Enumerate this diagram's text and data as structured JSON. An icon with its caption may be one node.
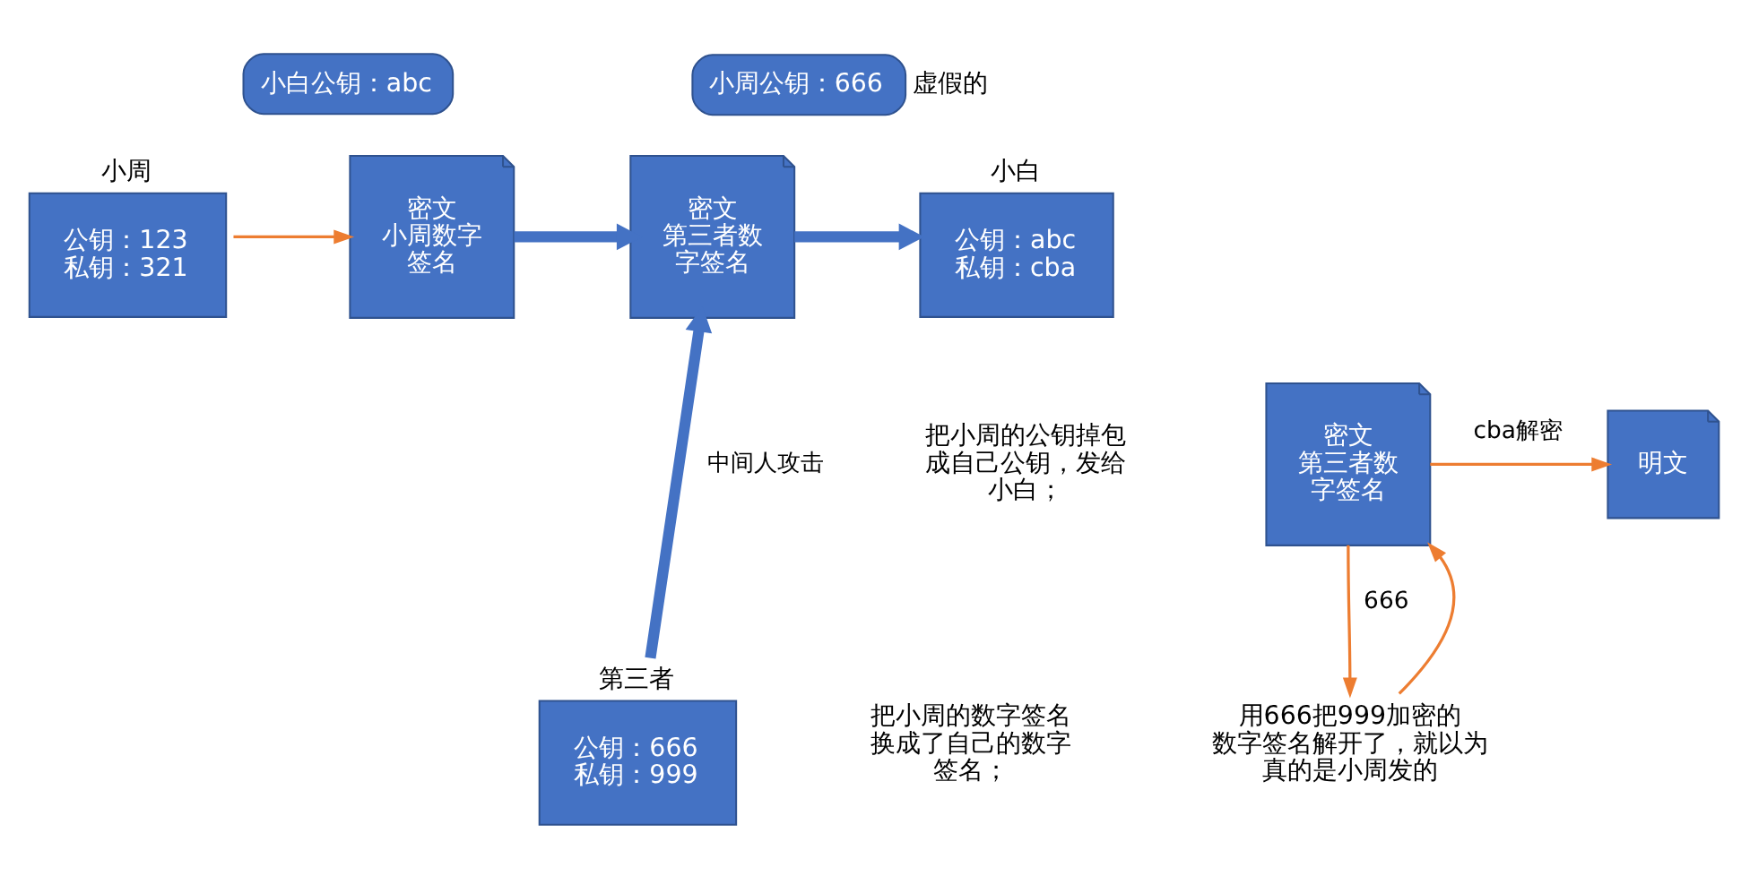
{
  "diagram": {
    "nodes": [
      {
        "text": [
          "小白公钥：abc"
        ]
      },
      {
        "text": [
          "小周公钥：666"
        ],
        "beside": [
          "虚假的"
        ]
      },
      {
        "text": [
          "公钥：123",
          "私钥：321"
        ],
        "beside": [
          "小周"
        ]
      },
      {
        "text": [
          "密文",
          "小周数字签名"
        ]
      },
      {
        "text": [
          "密文",
          "第三者数字签名"
        ]
      },
      {
        "text": [
          "公钥：abc",
          "私钥：cba"
        ],
        "beside": [
          "小白"
        ]
      },
      {
        "text": [
          "密文",
          "第三者数字签名"
        ]
      },
      {
        "text": [
          "明文"
        ]
      },
      {
        "text": [
          "公钥：666",
          "私钥：999"
        ],
        "beside": [
          "第三者"
        ]
      },
      {
        "text": [
          "用666把999加密的数字签名解开了，就以为真的是小周发的"
        ]
      }
    ],
    "edges": [
      {
        "from": 2,
        "to": 3,
        "arrow": "to"
      },
      {
        "from": 3,
        "to": 4,
        "arrow": "to",
        "style": "thick",
        "color": "#4472c4"
      },
      {
        "from": 4,
        "to": 5,
        "arrow": "to",
        "style": "thick",
        "color": "#4472c4"
      },
      {
        "from": 8,
        "to": 4,
        "arrow": "to",
        "style": "thick",
        "color": "#4472c4",
        "label": "中间人攻击"
      },
      {
        "from": 6,
        "to": 7,
        "arrow": "to",
        "label": "cba解密"
      },
      {
        "from": 6,
        "to": 9,
        "arrow": "to",
        "label": "666"
      },
      {
        "from": 9,
        "to": 6,
        "arrow": "to"
      }
    ],
    "labels": [
      "把小周的公钥掉包成自己公钥，发给小白；",
      "把小周的数字签名换成了自己的数字签名；"
    ]
  }
}
